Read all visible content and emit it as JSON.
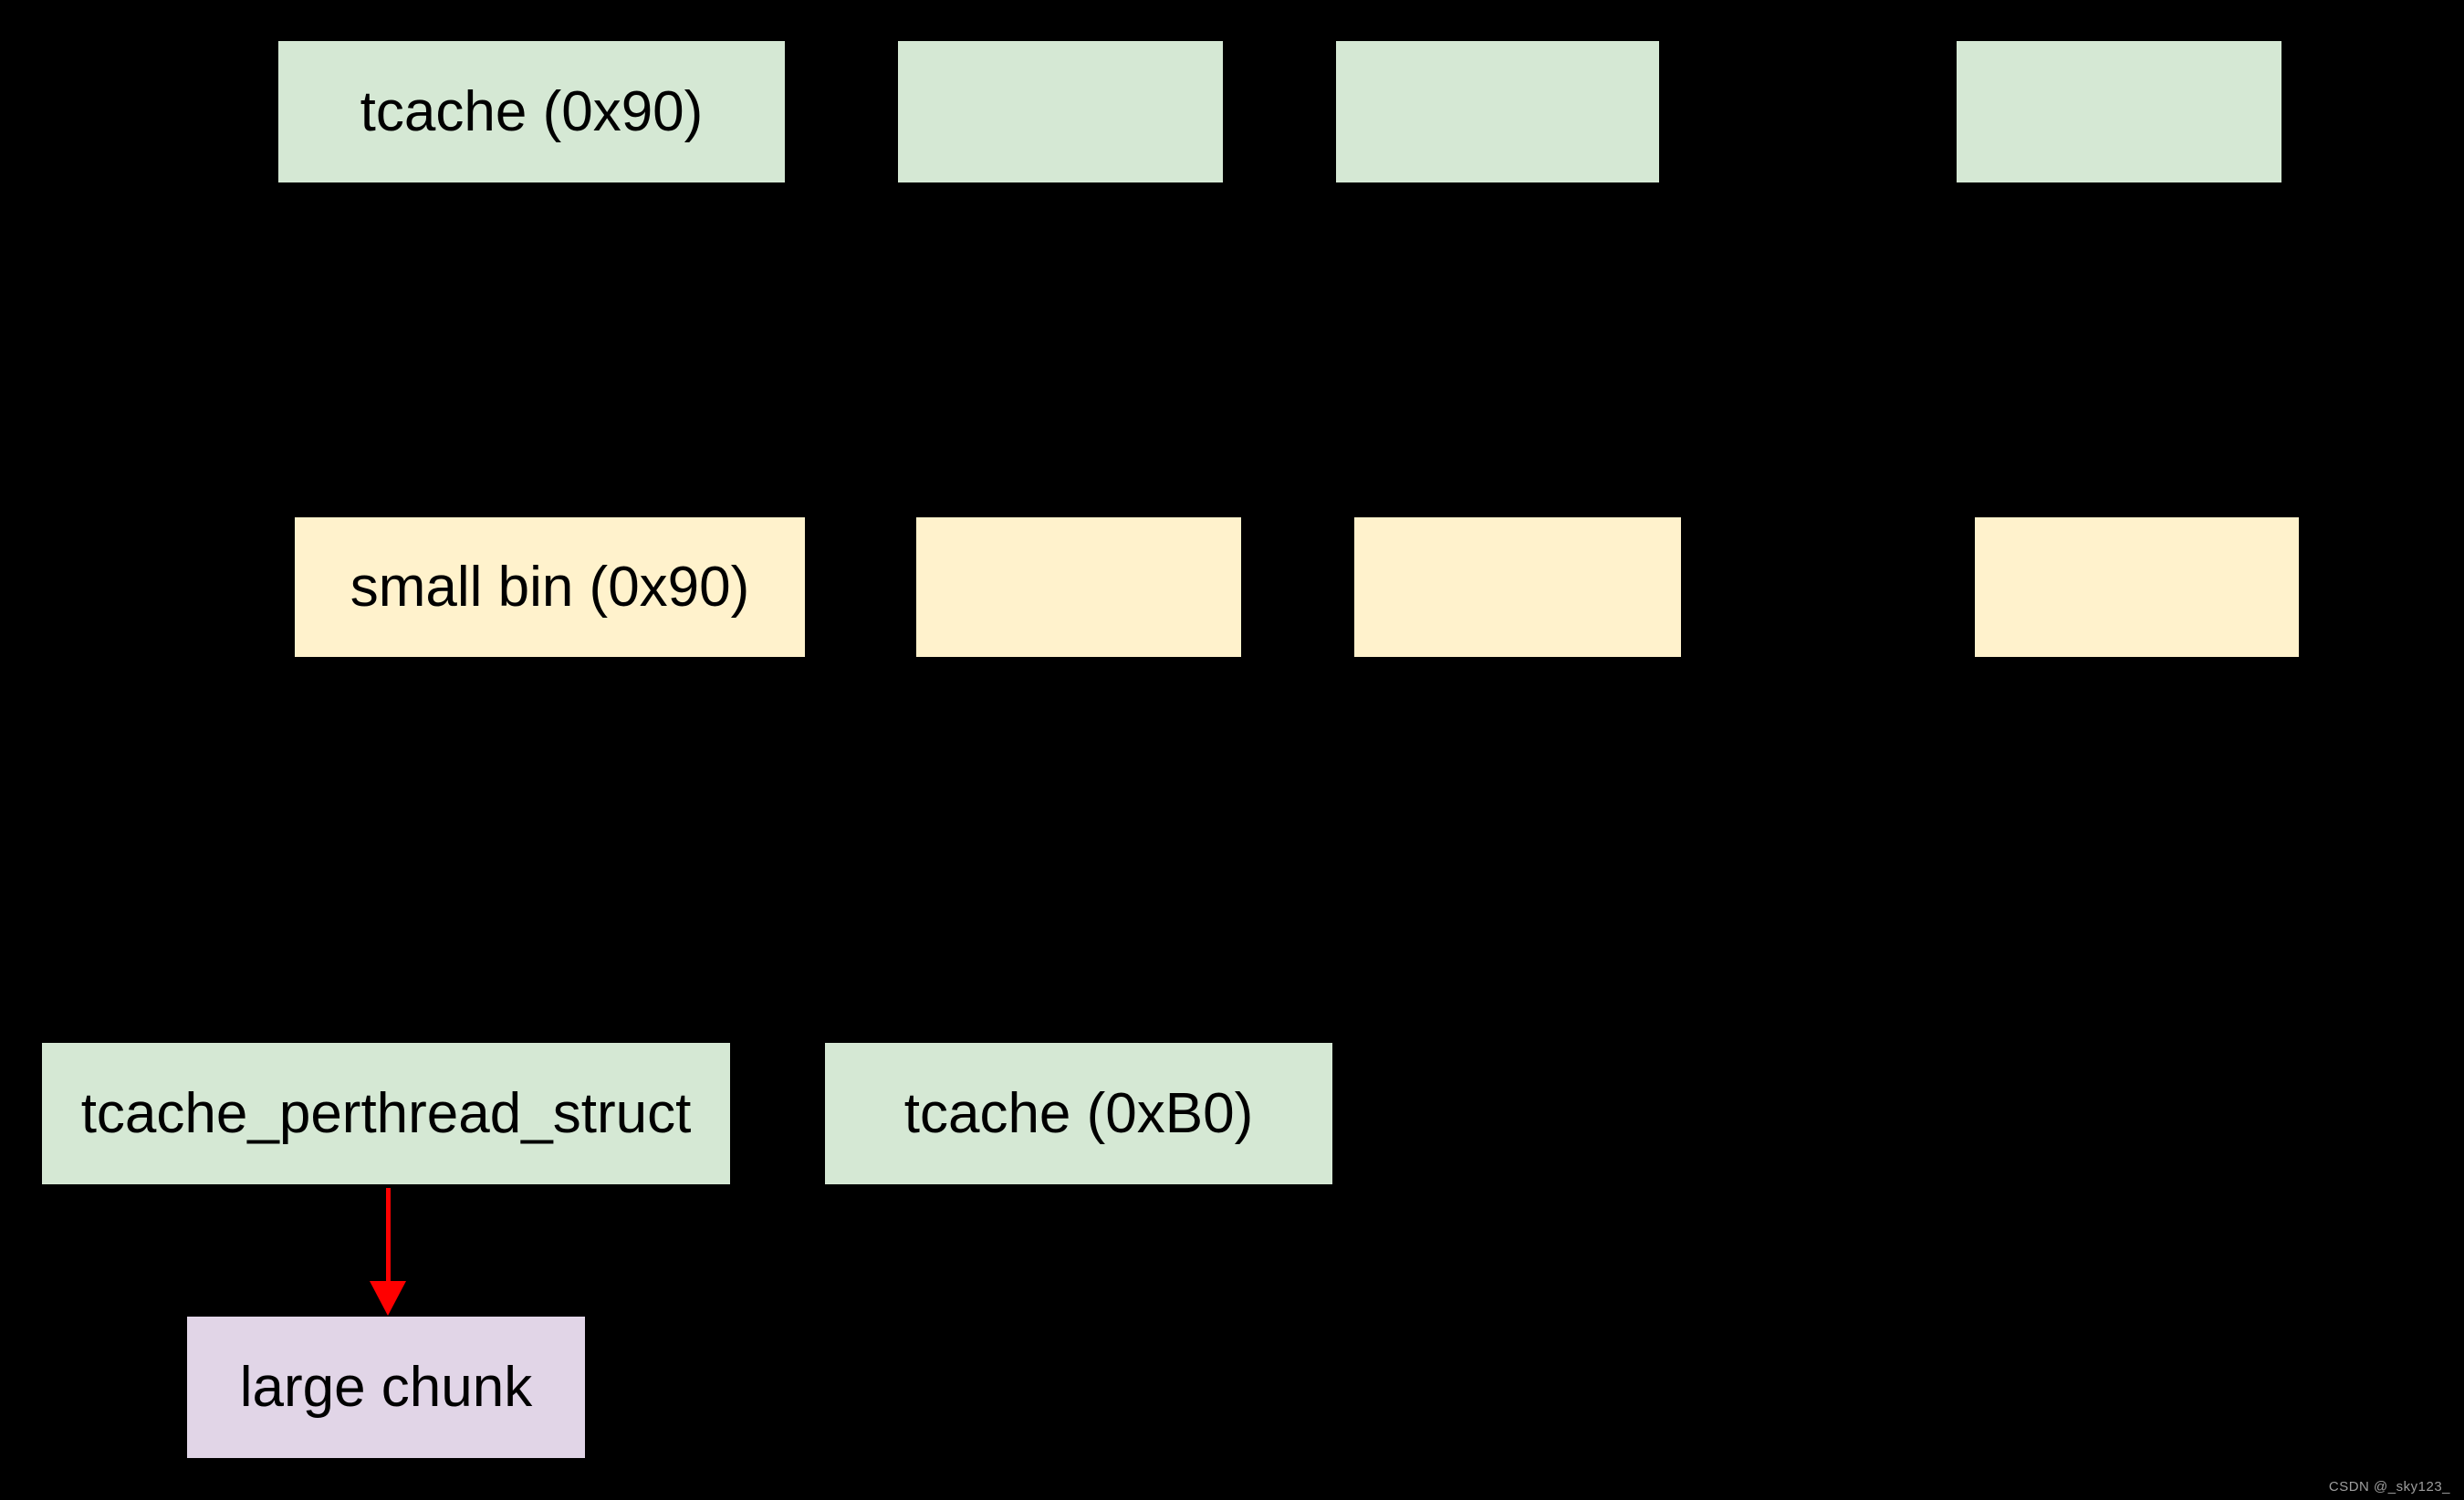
{
  "diagram": {
    "background_color": "#000000",
    "text_color": "#000000",
    "box_colors": {
      "tcache_green": "#d5e8d4",
      "small_bin_yellow": "#fff2cc",
      "large_chunk_purple": "#e1d5e7"
    },
    "arrow_color": "#ff0000",
    "watermark_color": "#9e9e9e",
    "tcache_row": {
      "head_label": "tcache (0x90)",
      "chunk_labels": [
        "",
        "",
        ""
      ]
    },
    "small_bin_row": {
      "head_label": "small bin (0x90)",
      "chunk_labels": [
        "",
        "",
        ""
      ]
    },
    "tcache_perthread_struct_label": "tcache_perthread_struct",
    "tcache_0xb0_label": "tcache (0xB0)",
    "large_chunk_label": "large chunk",
    "watermark": "CSDN @_sky123_"
  }
}
